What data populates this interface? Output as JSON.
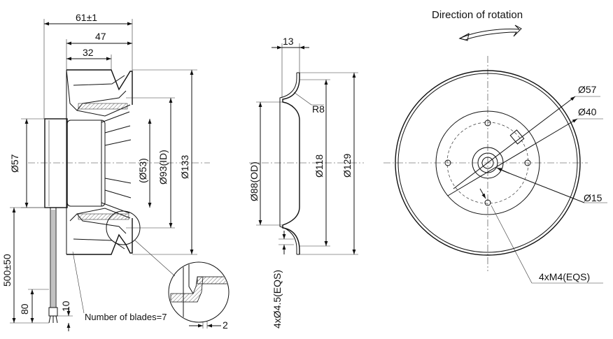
{
  "title": "Direction of rotation",
  "side_view": {
    "dim_overall": "61±1",
    "dim_47": "47",
    "dim_32": "32",
    "dim_motor": "Ø57",
    "dim_hub": "(Ø53)",
    "dim_inner": "Ø93(ID)",
    "dim_outer": "Ø133",
    "dim_cable": "500±50",
    "dim_80": "80",
    "dim_10": "10",
    "blades_note": "Number of blades=7",
    "dim_2": "2"
  },
  "ring_view": {
    "dim_13": "13",
    "dim_r8": "R8",
    "dim_od": "Ø88(OD)",
    "dim_118": "Ø118",
    "dim_129": "Ø129",
    "dim_holes": "4xØ4.5(EQS)"
  },
  "front_view": {
    "dim_57": "Ø57",
    "dim_40": "Ø40",
    "dim_15": "Ø15",
    "dim_threads": "4xM4(EQS)"
  }
}
